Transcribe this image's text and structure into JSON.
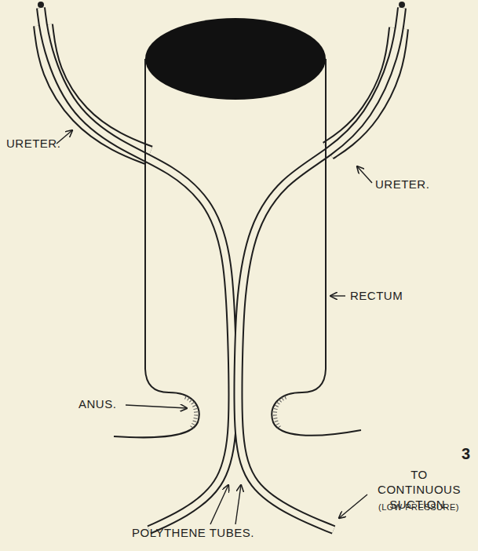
{
  "diagram": {
    "labels": [
      "URETER.",
      "URETER.",
      "RECTUM",
      "ANUS.",
      "3",
      "TO CONTINUOUS SUCTION.",
      "(LOW PRESSURE)",
      "POLYTHENE TUBES."
    ]
  }
}
